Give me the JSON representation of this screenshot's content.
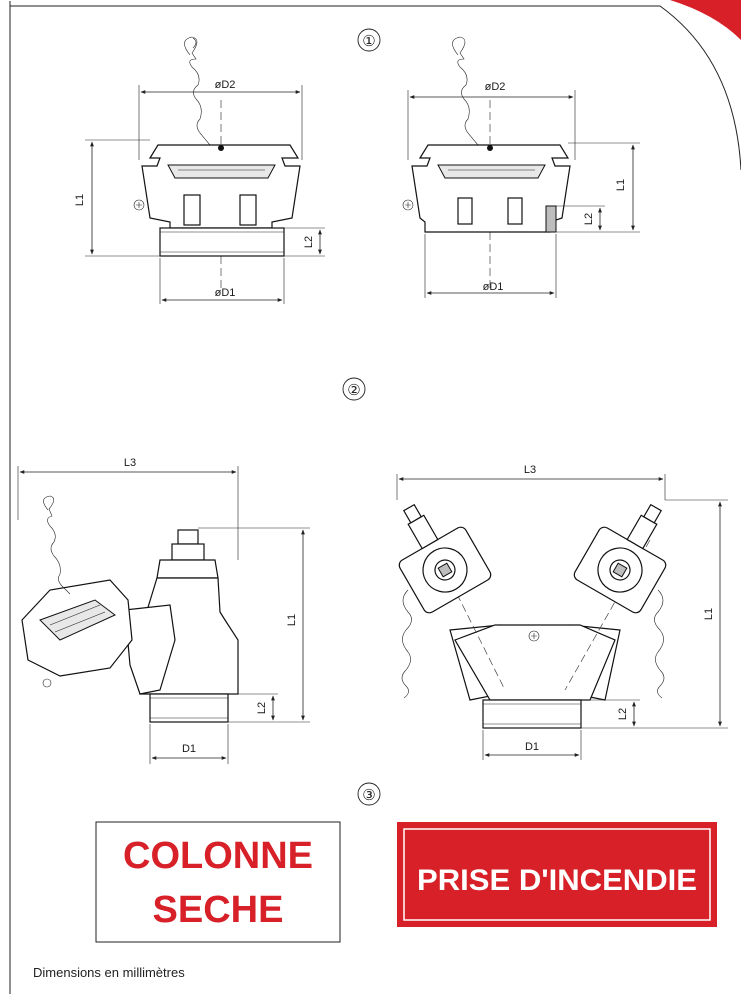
{
  "sections": {
    "s1": "①",
    "s2": "②",
    "s3": "③"
  },
  "dimensions": {
    "d2": "øD2",
    "d1": "øD1",
    "d1_plain": "D1",
    "l1": "L1",
    "l2": "L2",
    "l3": "L3"
  },
  "signs": {
    "colonne_line1": "COLONNE",
    "colonne_line2": "SECHE",
    "prise": "PRISE D'INCENDIE"
  },
  "colors": {
    "accent_red": "#d72027"
  },
  "footer": {
    "note": "Dimensions en millimètres"
  }
}
